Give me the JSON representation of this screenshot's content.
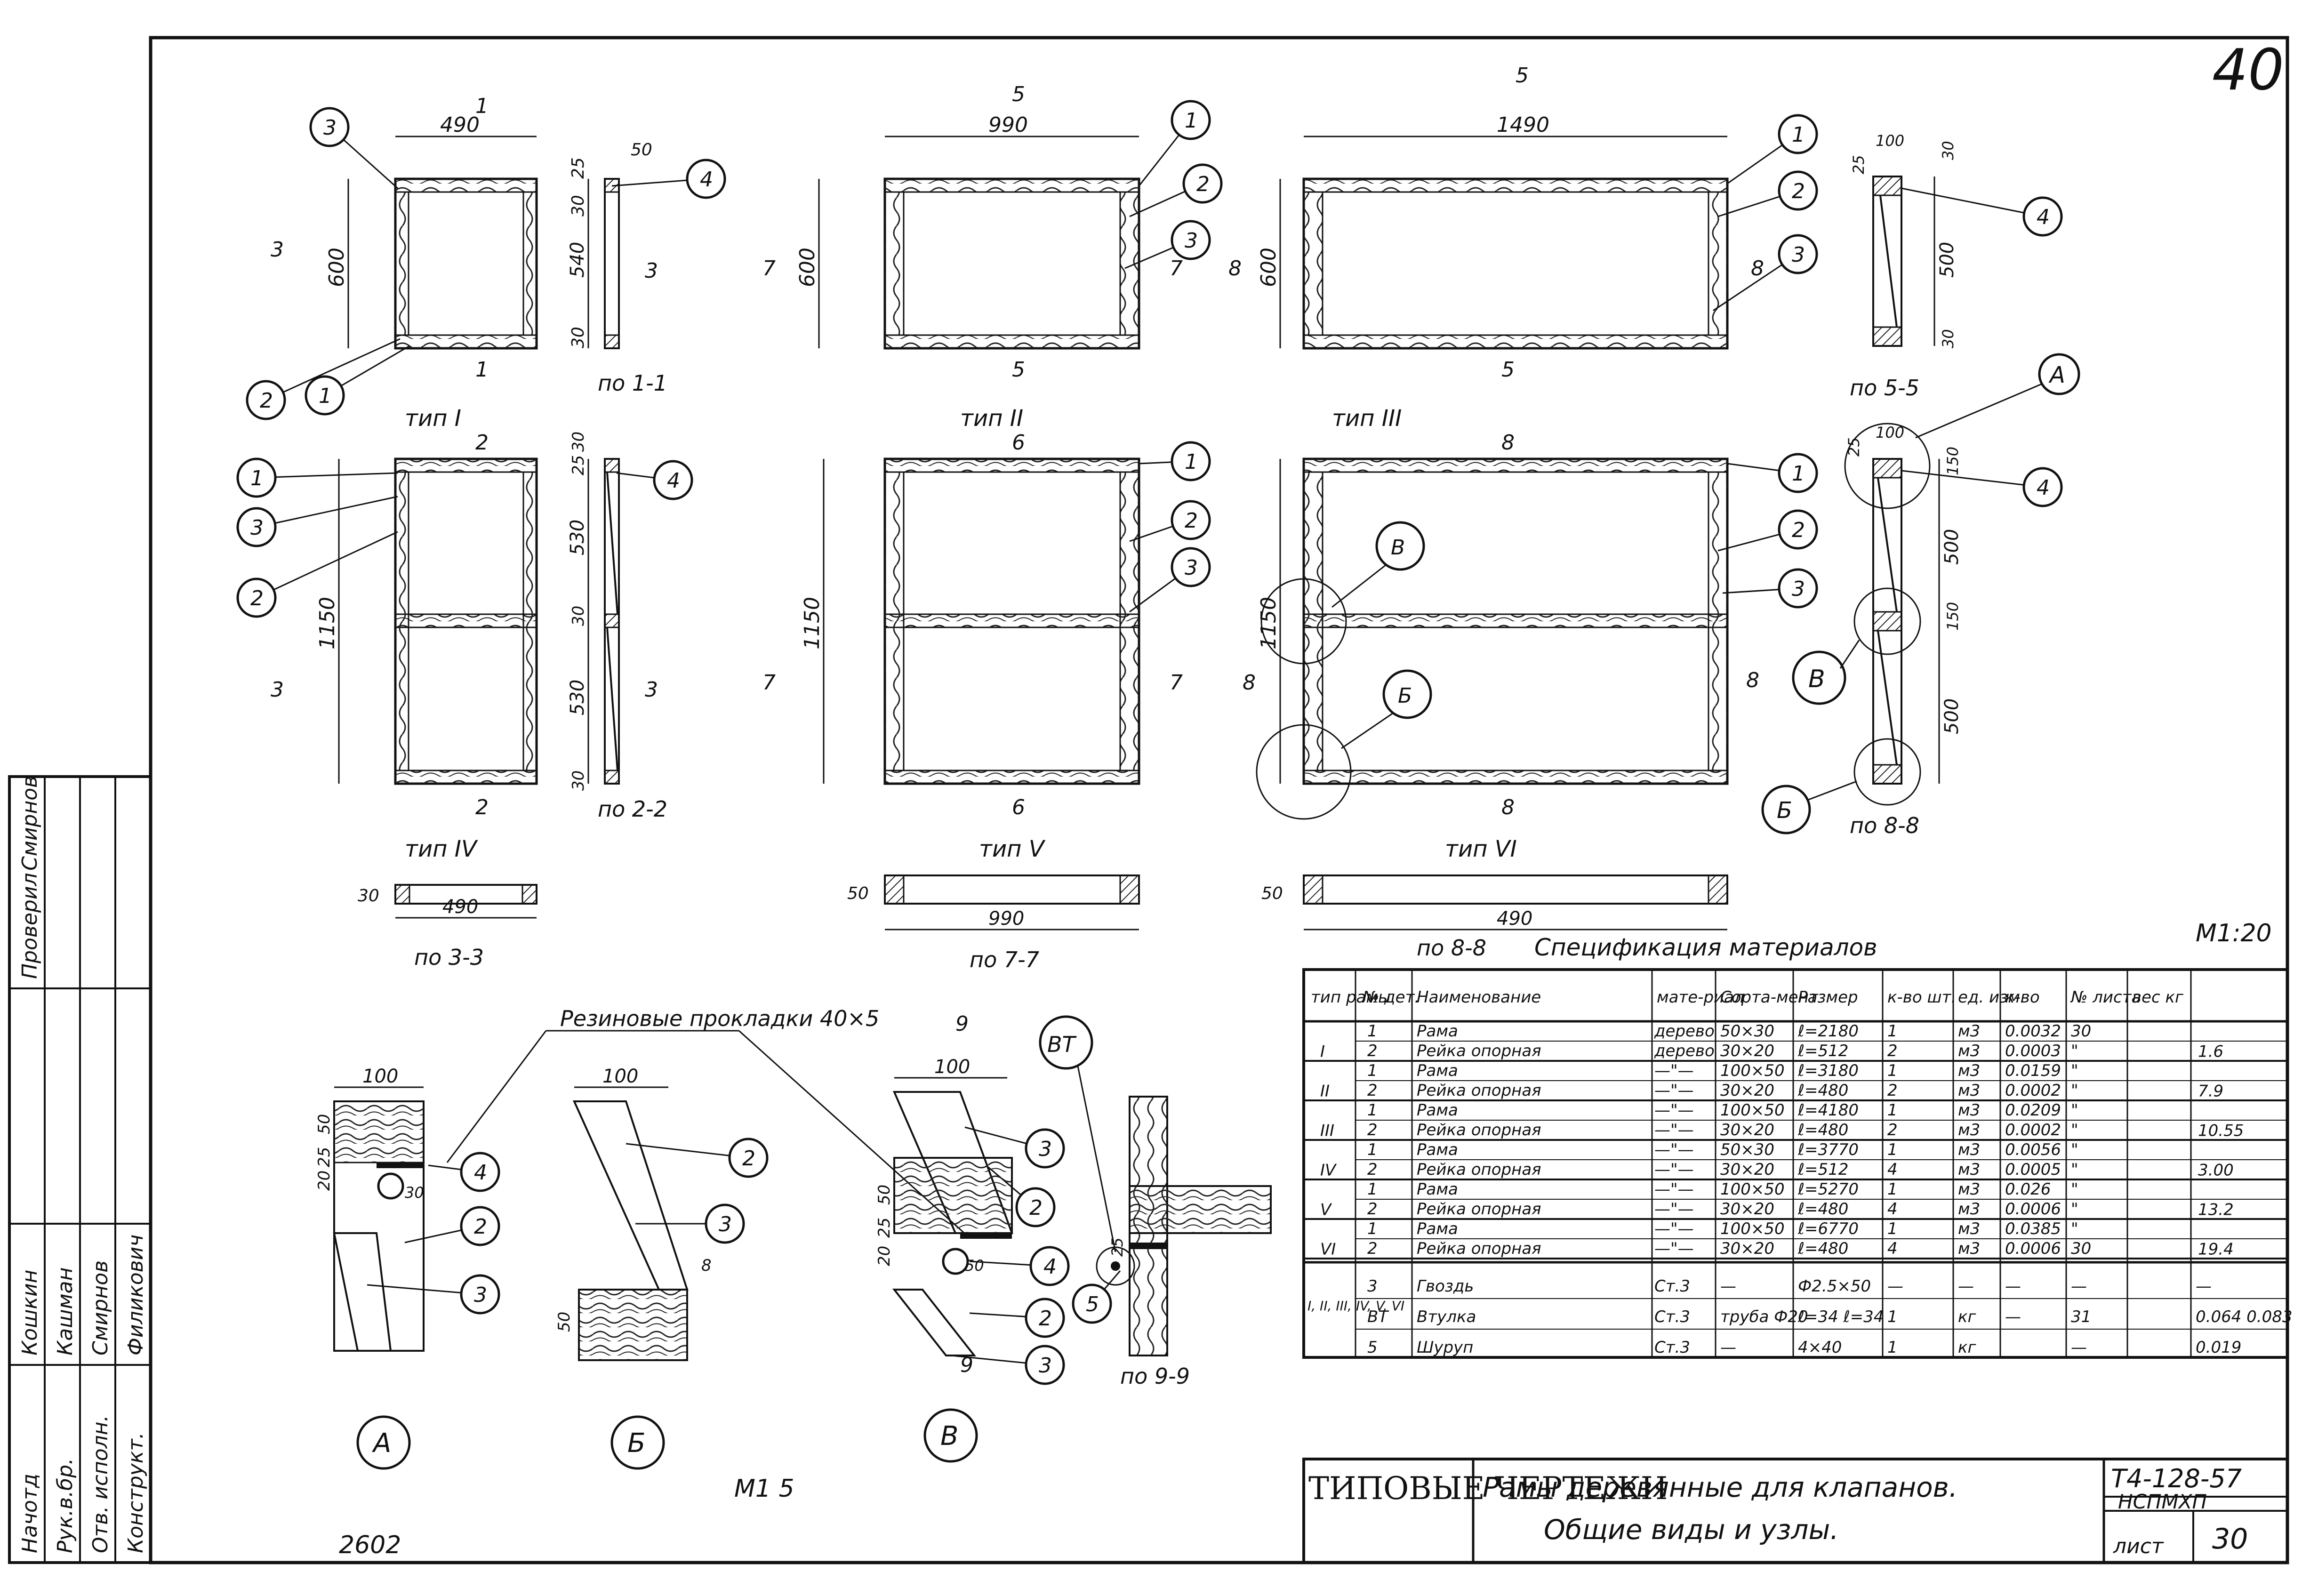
{
  "sheet": {
    "page_number": "40",
    "scale_main": "М1:20",
    "scale_nodes": "М1 5",
    "archive_number": "2602"
  },
  "views": {
    "type_labels": [
      "тип I",
      "тип II",
      "тип III",
      "тип IV",
      "тип V",
      "тип VI"
    ],
    "section_labels": [
      "по 1-1",
      "по 5-5",
      "по 2-2",
      "по 8-8",
      "по 3-3",
      "по 7-7",
      "по 8-8",
      "по 9-9"
    ],
    "cut_marks": [
      "1",
      "5",
      "5",
      "3",
      "3",
      "7",
      "7",
      "8",
      "8",
      "2",
      "6",
      "8",
      "3",
      "3",
      "7",
      "7",
      "8",
      "8",
      "2",
      "6",
      "8",
      "9",
      "9",
      "1",
      "5",
      "5"
    ],
    "dims": {
      "t1_width": "490",
      "t1_height": "600",
      "t1_side_25": "25",
      "t1_side_30a": "30",
      "t1_side_540": "540",
      "t1_side_30b": "30",
      "t1_side_50": "50",
      "t2_width": "990",
      "t2_height": "600",
      "t3_width": "1490",
      "t3_height": "600",
      "s55_100": "100",
      "s55_25": "25",
      "s55_30a": "30",
      "s55_500": "500",
      "s55_30b": "30",
      "t4_height": "1150",
      "t4_30a": "30",
      "t4_25": "25",
      "t4_530a": "530",
      "t4_30b": "30",
      "t4_530b": "530",
      "t4_30c": "30",
      "t5_height": "1150",
      "t6_height": "1150",
      "s88_100": "100",
      "s88_25": "25",
      "s88_150a": "150",
      "s88_500a": "500",
      "s88_150b": "150",
      "s88_500b": "500",
      "s33_30": "30",
      "s33_490": "490",
      "s77_50": "50",
      "s77_990": "990",
      "s88b_50": "50",
      "s88b_490": "490"
    },
    "callouts": [
      "3",
      "4",
      "2",
      "1",
      "1",
      "2",
      "3",
      "1",
      "2",
      "3",
      "4",
      "1",
      "3",
      "2",
      "4",
      "1",
      "2",
      "3",
      "1",
      "2",
      "3",
      "4",
      "4",
      "2",
      "3",
      "2",
      "3",
      "3",
      "2",
      "4",
      "2",
      "3",
      "5"
    ],
    "circles": {
      "A": "А",
      "B": "В",
      "V": "В",
      "VT": "ВТ"
    }
  },
  "nodes": {
    "label_A": "А",
    "label_B": "Б",
    "label_V": "В",
    "note": "Резиновые прокладки 40×5",
    "dim_100a": "100",
    "dim_100b": "100",
    "dim_100c": "100",
    "dim_50": "50",
    "dim_25": "25",
    "dim_20": "20",
    "dim_30": "30",
    "dim_50b": "50",
    "dim_50c": "50",
    "dim_25c": "25",
    "dim_20c": "20",
    "dim_50d": "50",
    "dim_8": "8",
    "dim_25d": "25"
  },
  "spec": {
    "title": "Спецификация материалов",
    "headers": [
      "тип рамы",
      "№ дет.",
      "Наименование",
      "мате-риал",
      "Сорта-мент",
      "Размер",
      "к-во шт.",
      "ед. изм.",
      "к-во",
      "№ листа",
      "вес кг"
    ],
    "rows": [
      [
        "",
        "1",
        "Рама",
        "дерево",
        "50×30",
        "ℓ=2180",
        "1",
        "м3",
        "0.0032",
        "30",
        ""
      ],
      [
        "I",
        "2",
        "Рейка опорная",
        "дерево",
        "30×20",
        "ℓ=512",
        "2",
        "м3",
        "0.0003",
        "\"",
        "1.6"
      ],
      [
        "",
        "1",
        "Рама",
        "—\"—",
        "100×50",
        "ℓ=3180",
        "1",
        "м3",
        "0.0159",
        "\"",
        ""
      ],
      [
        "II",
        "2",
        "Рейка опорная",
        "—\"—",
        "30×20",
        "ℓ=480",
        "2",
        "м3",
        "0.0002",
        "\"",
        "7.9"
      ],
      [
        "",
        "1",
        "Рама",
        "—\"—",
        "100×50",
        "ℓ=4180",
        "1",
        "м3",
        "0.0209",
        "\"",
        ""
      ],
      [
        "III",
        "2",
        "Рейка опорная",
        "—\"—",
        "30×20",
        "ℓ=480",
        "2",
        "м3",
        "0.0002",
        "\"",
        "10.55"
      ],
      [
        "",
        "1",
        "Рама",
        "—\"—",
        "50×30",
        "ℓ=3770",
        "1",
        "м3",
        "0.0056",
        "\"",
        ""
      ],
      [
        "IV",
        "2",
        "Рейка опорная",
        "—\"—",
        "30×20",
        "ℓ=512",
        "4",
        "м3",
        "0.0005",
        "\"",
        "3.00"
      ],
      [
        "",
        "1",
        "Рама",
        "—\"—",
        "100×50",
        "ℓ=5270",
        "1",
        "м3",
        "0.026",
        "\"",
        ""
      ],
      [
        "V",
        "2",
        "Рейка опорная",
        "—\"—",
        "30×20",
        "ℓ=480",
        "4",
        "м3",
        "0.0006",
        "\"",
        "13.2"
      ],
      [
        "",
        "1",
        "Рама",
        "—\"—",
        "100×50",
        "ℓ=6770",
        "1",
        "м3",
        "0.0385",
        "\"",
        ""
      ],
      [
        "VI",
        "2",
        "Рейка опорная",
        "—\"—",
        "30×20",
        "ℓ=480",
        "4",
        "м3",
        "0.0006",
        "30",
        "19.4"
      ]
    ],
    "hardware_group": "I, II, III, IV, V, VI",
    "hardware": [
      [
        "3",
        "Гвоздь",
        "Ст.3",
        "—",
        "Ф2.5×50",
        "—",
        "—",
        "—",
        "—",
        "—"
      ],
      [
        "ВТ",
        "Втулка",
        "Ст.3",
        "труба Ф20",
        "ℓ=34 ℓ=34",
        "1",
        "кг",
        "—",
        "31",
        "0.064 0.083"
      ],
      [
        "5",
        "Шуруп",
        "Ст.3",
        "—",
        "4×40",
        "1",
        "кг",
        "",
        "—",
        "0.019"
      ]
    ]
  },
  "title_block": {
    "typovye": "ТИПОВЫЕ ЧЕРТЕЖИ",
    "title_line1": "Рамы деревянные для клапанов.",
    "title_line2": "Общие виды и узлы.",
    "code": "Т4-128-57",
    "org": "НСПМХП",
    "sheet_label": "лист",
    "sheet_number": "30"
  },
  "signatures": [
    {
      "role": "Начотд",
      "name": "Кошкин"
    },
    {
      "role": "Рук.в.бр.",
      "name": "Кашман"
    },
    {
      "role": "Отв. исполн.",
      "name": "Смирнов"
    },
    {
      "role": "Конструкт.",
      "name": "Филикович"
    },
    {
      "role": "Проверил",
      "name": "Смирнов"
    }
  ]
}
